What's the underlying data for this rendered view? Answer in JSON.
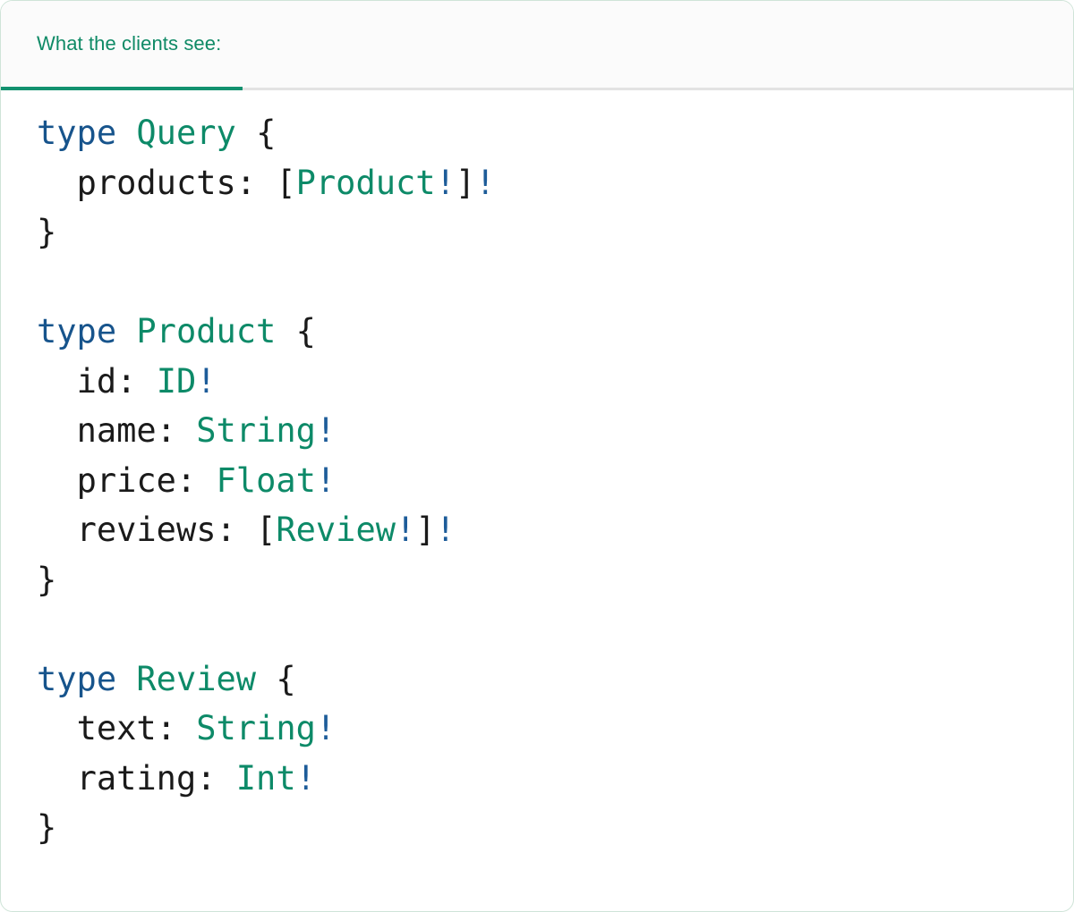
{
  "card": {
    "accent_green": "#12916f",
    "border_color": "#cfe4d8",
    "header_bg": "#fbfbfb",
    "body_bg": "#ffffff"
  },
  "header": {
    "active_tab_label": "What the clients see:"
  },
  "code": {
    "language": "graphql",
    "colors": {
      "keyword": "#17548c",
      "type": "#0d8a68",
      "field": "#1a1a1a",
      "punct": "#1a1a1a",
      "bang": "#1d5c99"
    },
    "raw_text": "type Query {\n  products: [Product!]!\n}\n\ntype Product {\n  id: ID!\n  name: String!\n  price: Float!\n  reviews: [Review!]!\n}\n\ntype Review {\n  text: String!\n  rating: Int!\n}",
    "lines": [
      [
        {
          "t": "type",
          "c": "keyword"
        },
        {
          "t": " ",
          "c": "plain"
        },
        {
          "t": "Query",
          "c": "type"
        },
        {
          "t": " ",
          "c": "plain"
        },
        {
          "t": "{",
          "c": "punct"
        }
      ],
      [
        {
          "t": "  ",
          "c": "plain"
        },
        {
          "t": "products",
          "c": "field"
        },
        {
          "t": ": ",
          "c": "punct"
        },
        {
          "t": "[",
          "c": "punct"
        },
        {
          "t": "Product",
          "c": "type"
        },
        {
          "t": "!",
          "c": "bang"
        },
        {
          "t": "]",
          "c": "punct"
        },
        {
          "t": "!",
          "c": "bang"
        }
      ],
      [
        {
          "t": "}",
          "c": "punct"
        }
      ],
      [],
      [
        {
          "t": "type",
          "c": "keyword"
        },
        {
          "t": " ",
          "c": "plain"
        },
        {
          "t": "Product",
          "c": "type"
        },
        {
          "t": " ",
          "c": "plain"
        },
        {
          "t": "{",
          "c": "punct"
        }
      ],
      [
        {
          "t": "  ",
          "c": "plain"
        },
        {
          "t": "id",
          "c": "field"
        },
        {
          "t": ": ",
          "c": "punct"
        },
        {
          "t": "ID",
          "c": "type"
        },
        {
          "t": "!",
          "c": "bang"
        }
      ],
      [
        {
          "t": "  ",
          "c": "plain"
        },
        {
          "t": "name",
          "c": "field"
        },
        {
          "t": ": ",
          "c": "punct"
        },
        {
          "t": "String",
          "c": "type"
        },
        {
          "t": "!",
          "c": "bang"
        }
      ],
      [
        {
          "t": "  ",
          "c": "plain"
        },
        {
          "t": "price",
          "c": "field"
        },
        {
          "t": ": ",
          "c": "punct"
        },
        {
          "t": "Float",
          "c": "type"
        },
        {
          "t": "!",
          "c": "bang"
        }
      ],
      [
        {
          "t": "  ",
          "c": "plain"
        },
        {
          "t": "reviews",
          "c": "field"
        },
        {
          "t": ": ",
          "c": "punct"
        },
        {
          "t": "[",
          "c": "punct"
        },
        {
          "t": "Review",
          "c": "type"
        },
        {
          "t": "!",
          "c": "bang"
        },
        {
          "t": "]",
          "c": "punct"
        },
        {
          "t": "!",
          "c": "bang"
        }
      ],
      [
        {
          "t": "}",
          "c": "punct"
        }
      ],
      [],
      [
        {
          "t": "type",
          "c": "keyword"
        },
        {
          "t": " ",
          "c": "plain"
        },
        {
          "t": "Review",
          "c": "type"
        },
        {
          "t": " ",
          "c": "plain"
        },
        {
          "t": "{",
          "c": "punct"
        }
      ],
      [
        {
          "t": "  ",
          "c": "plain"
        },
        {
          "t": "text",
          "c": "field"
        },
        {
          "t": ": ",
          "c": "punct"
        },
        {
          "t": "String",
          "c": "type"
        },
        {
          "t": "!",
          "c": "bang"
        }
      ],
      [
        {
          "t": "  ",
          "c": "plain"
        },
        {
          "t": "rating",
          "c": "field"
        },
        {
          "t": ": ",
          "c": "punct"
        },
        {
          "t": "Int",
          "c": "type"
        },
        {
          "t": "!",
          "c": "bang"
        }
      ],
      [
        {
          "t": "}",
          "c": "punct"
        }
      ]
    ]
  }
}
